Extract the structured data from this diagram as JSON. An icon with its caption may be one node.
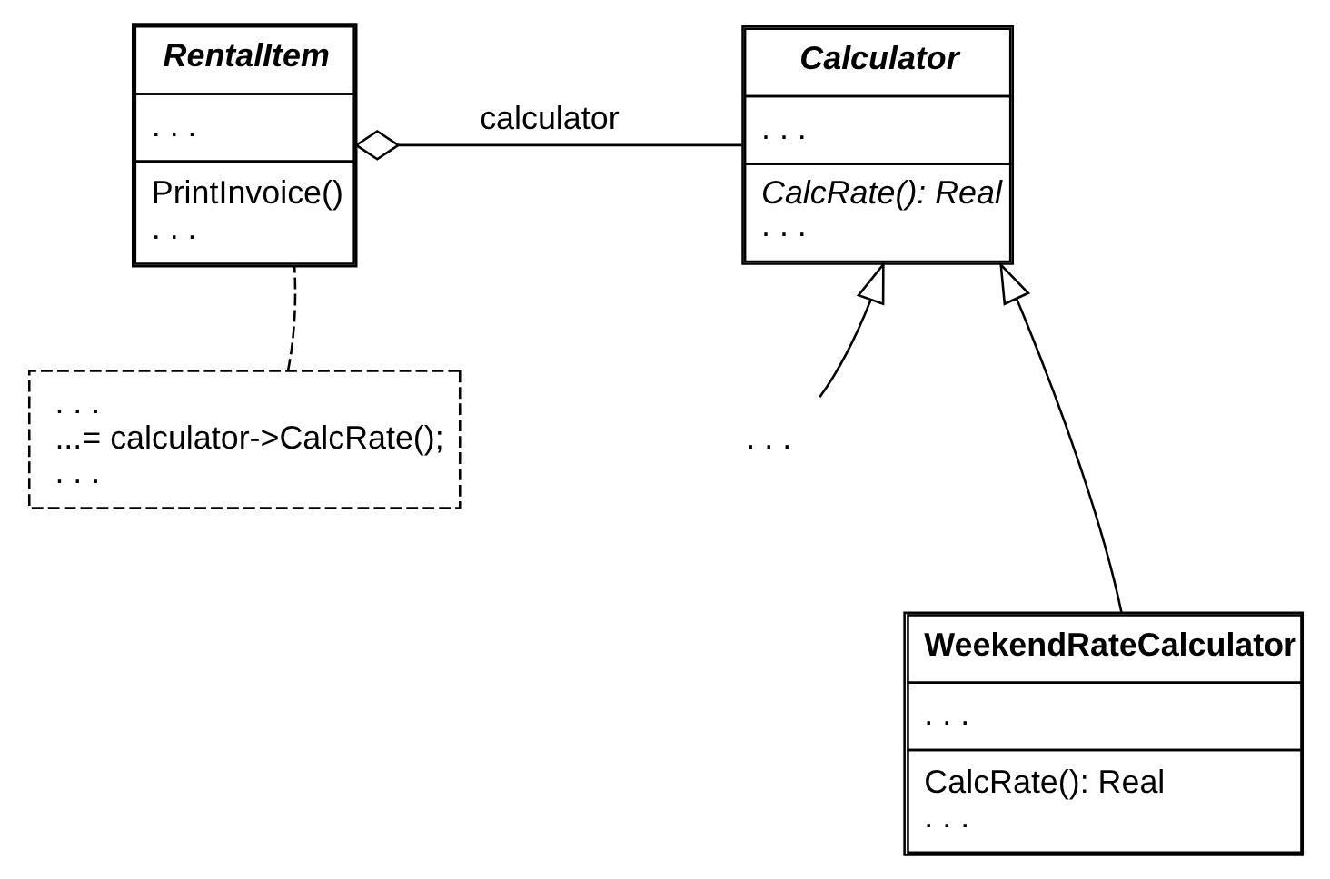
{
  "diagram": {
    "nodes": [
      {
        "text": [
          "RentalItem",
          ". . .",
          "PrintInvoice()",
          ". . ."
        ]
      },
      {
        "text": [
          "Calculator",
          ". . .",
          "CalcRate(): Real",
          ". . ."
        ]
      },
      {
        "text": [
          ". . .",
          "...= calculator->CalcRate();",
          ". . ."
        ]
      },
      {
        "text": [
          ". . ."
        ]
      },
      {
        "text": [
          "WeekendRateCalculator",
          ". . .",
          "CalcRate(): Real",
          ". . ."
        ]
      }
    ],
    "edges": [
      {
        "from": 0,
        "to": 1,
        "arrow": "other",
        "label": "calculator"
      },
      {
        "from": 2,
        "to": 0,
        "arrow": "none",
        "style": "dashed"
      },
      {
        "from": 4,
        "to": 1,
        "arrow": "to"
      },
      {
        "from": 3,
        "to": 1,
        "arrow": "to"
      }
    ]
  }
}
